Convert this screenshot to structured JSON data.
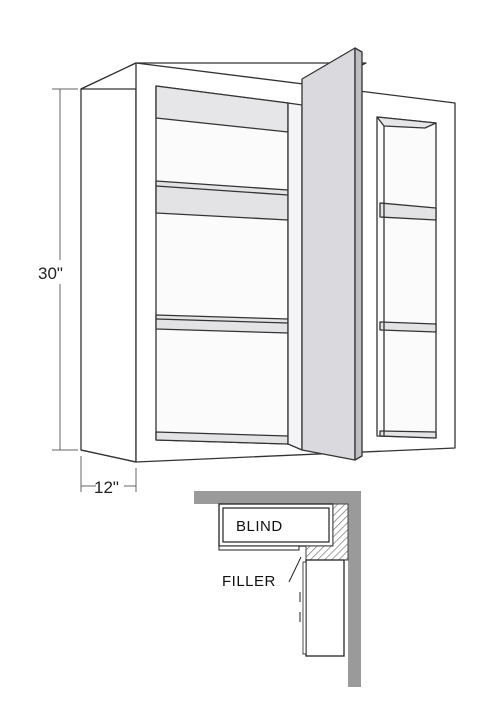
{
  "dimensions": {
    "height_label": "30\"",
    "depth_label": "12\""
  },
  "plan_view": {
    "blind_label": "BLIND",
    "filler_label": "FILLER"
  },
  "colors": {
    "line": "#333333",
    "panel_fill": "#ffffff",
    "shelf_fill": "#e3e3e6",
    "door_fill": "#dadade",
    "wall_fill": "#9a9a9a",
    "hatch": "#666666"
  }
}
